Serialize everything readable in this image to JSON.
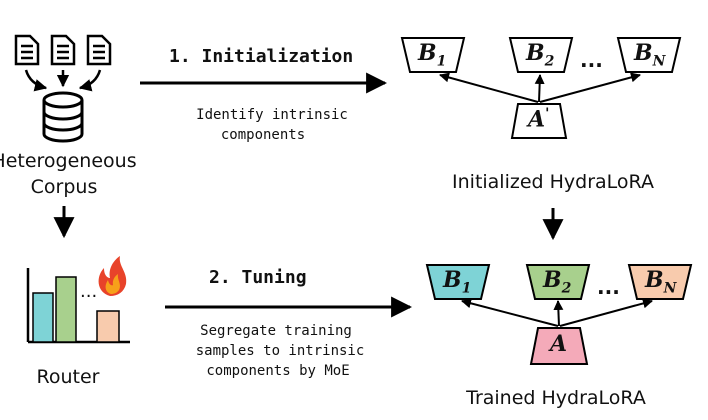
{
  "left": {
    "corpus_label_1": "Heterogeneous",
    "corpus_label_2": "Corpus",
    "router_label": "Router"
  },
  "steps": {
    "initialization": {
      "label": "1. Initialization",
      "desc_1": "Identify intrinsic",
      "desc_2": "components"
    },
    "tuning": {
      "label": "2. Tuning",
      "desc_1": "Segregate training",
      "desc_2": "samples to intrinsic",
      "desc_3": "components by MoE"
    }
  },
  "initialized": {
    "caption": "Initialized HydraLoRA",
    "b1": "B",
    "b1_sub": "1",
    "b2": "B",
    "b2_sub": "2",
    "bn": "B",
    "bn_sub": "N",
    "a": "A",
    "a_prime": "'",
    "ellipsis": "..."
  },
  "trained": {
    "caption": "Trained HydraLoRA",
    "b1": "B",
    "b1_sub": "1",
    "b2": "B",
    "b2_sub": "2",
    "bn": "B",
    "bn_sub": "N",
    "a": "A",
    "ellipsis": "...",
    "colors": {
      "b1": "#7ed3d6",
      "b2": "#a8d08d",
      "bn": "#f8cbad",
      "a": "#f4aab9"
    }
  },
  "router": {
    "ellipsis": "...",
    "bar_colors": [
      "#7ed3d6",
      "#a8d08d",
      "#f8cbad"
    ],
    "fire_icon": "fire-icon"
  },
  "icons": [
    "document-icon",
    "database-icon",
    "bar-chart-icon",
    "fire-icon",
    "arrow-icon"
  ]
}
